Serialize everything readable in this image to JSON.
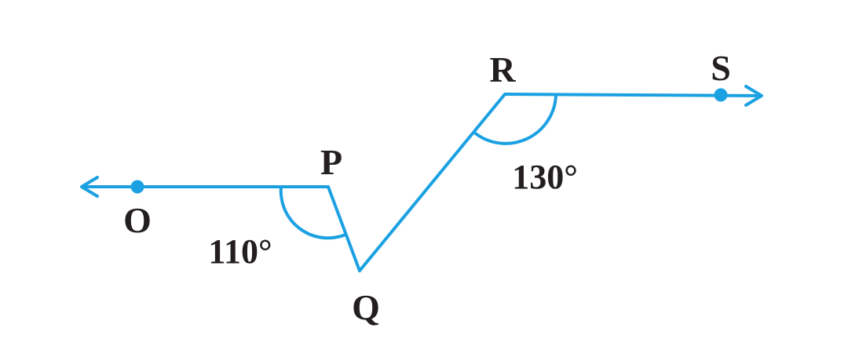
{
  "colors": {
    "line": "#1ba1e2",
    "text": "#231f20",
    "background": "#ffffff"
  },
  "points": {
    "O": "O",
    "P": "P",
    "Q": "Q",
    "R": "R",
    "S": "S"
  },
  "angles": {
    "at_P": "110°",
    "at_R": "130°"
  }
}
